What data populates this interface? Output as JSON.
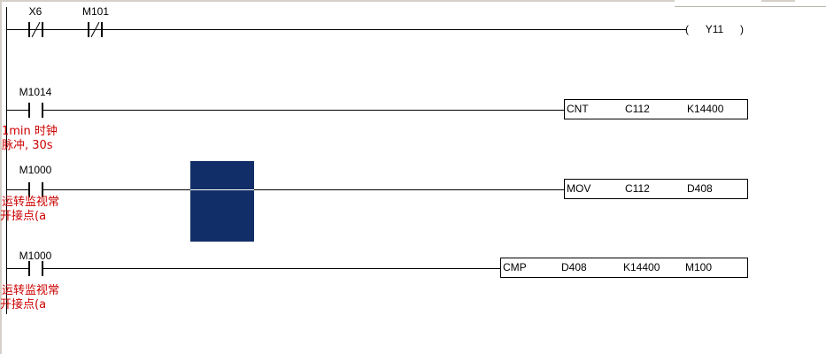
{
  "editor": {
    "rungs": [
      {
        "contacts": [
          {
            "label": "X6",
            "type": "nc"
          },
          {
            "label": "M101",
            "type": "nc"
          }
        ],
        "coil": {
          "open": "(",
          "label": "Y11",
          "close": ")"
        }
      },
      {
        "contacts": [
          {
            "label": "M1014",
            "type": "no"
          }
        ],
        "instruction": {
          "opcode": "CNT",
          "operand1": "C112",
          "operand2": "K14400"
        },
        "comment_line1": "1min 时钟",
        "comment_line2": "脉冲, 30s"
      },
      {
        "contacts": [
          {
            "label": "M1000",
            "type": "no"
          }
        ],
        "instruction": {
          "opcode": "MOV",
          "operand1": "C112",
          "operand2": "D408"
        },
        "comment_line1": "运转监视常",
        "comment_line2": "开接点(a",
        "has_cursor": true
      },
      {
        "contacts": [
          {
            "label": "M1000",
            "type": "no"
          }
        ],
        "instruction": {
          "opcode": "CMP",
          "operand1": "D408",
          "operand2": "K14400",
          "operand3": "M100"
        },
        "comment_line1": "运转监视常",
        "comment_line2": "开接点(a"
      }
    ],
    "colors": {
      "comment_red": "#cc0000",
      "cursor_blue": "#122e68",
      "chrome_gray": "#d4d0c8",
      "wire_black": "#000000"
    }
  }
}
